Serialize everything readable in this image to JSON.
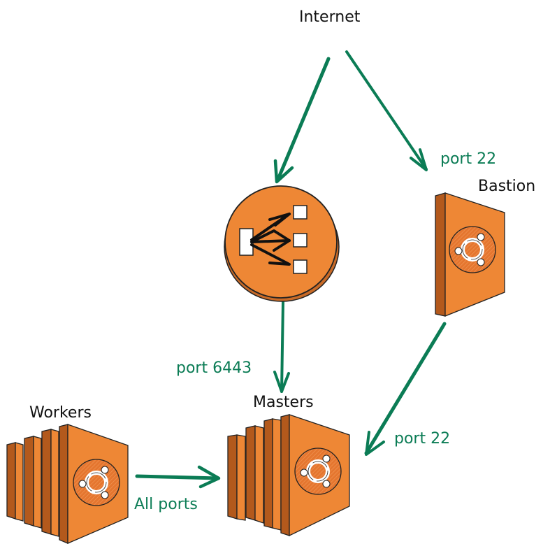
{
  "nodes": {
    "internet": {
      "label": "Internet"
    },
    "load_balancer": {
      "label": "",
      "icon": "load-balancer-icon"
    },
    "bastion": {
      "label": "Bastion",
      "icon": "ubuntu-ec2-instance-icon"
    },
    "masters": {
      "label": "Masters",
      "icon": "ubuntu-ec2-instance-group-icon"
    },
    "workers": {
      "label": "Workers",
      "icon": "ubuntu-ec2-instance-group-icon"
    }
  },
  "edges": [
    {
      "from": "internet",
      "to": "load_balancer",
      "label": ""
    },
    {
      "from": "internet",
      "to": "bastion",
      "label": "port 22"
    },
    {
      "from": "load_balancer",
      "to": "masters",
      "label": "port 6443"
    },
    {
      "from": "bastion",
      "to": "masters",
      "label": "port 22"
    },
    {
      "from": "workers",
      "to": "masters",
      "label": "All ports"
    }
  ],
  "colors": {
    "arrow": "#0b7c55",
    "instance_front": "#ee8735",
    "instance_side": "#b3591c",
    "outline": "#222222"
  }
}
